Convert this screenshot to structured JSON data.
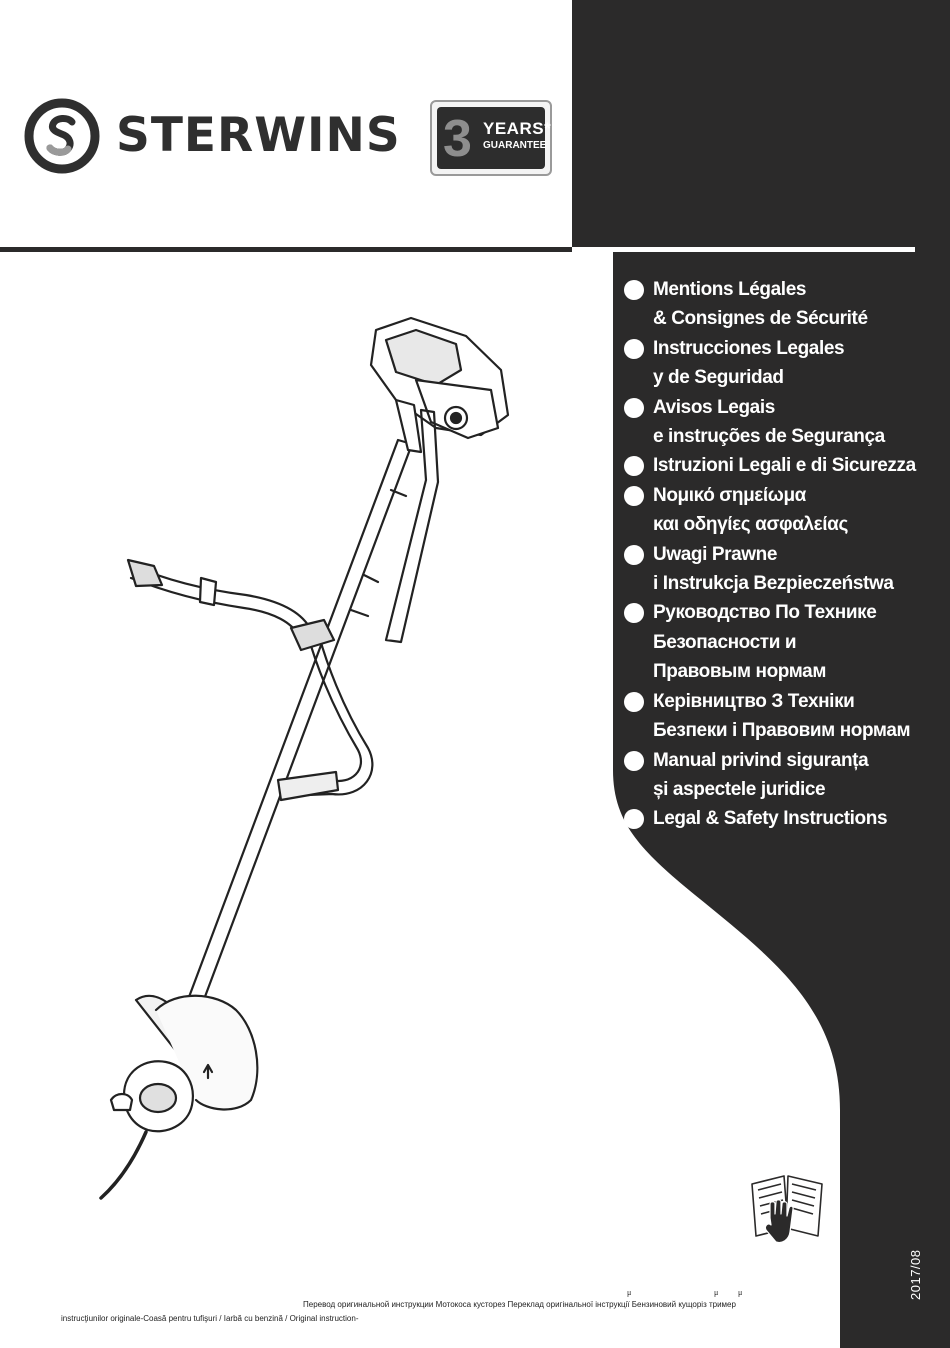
{
  "brand": {
    "name": "STERWINS"
  },
  "guarantee": {
    "number": "3",
    "years_label": "YEARS*",
    "guarantee_label": "GUARANTEE"
  },
  "titles": [
    {
      "lines": [
        "Mentions Légales",
        "& Consignes de Sécurité"
      ]
    },
    {
      "lines": [
        "Instrucciones Legales",
        "y de Seguridad"
      ]
    },
    {
      "lines": [
        "Avisos Legais",
        "e instruções de Segurança"
      ]
    },
    {
      "lines": [
        "Istruzioni Legali e di Sicurezza"
      ]
    },
    {
      "lines": [
        "Νομικό σημείωμα",
        "και οδηγίες ασφαλείας"
      ]
    },
    {
      "lines": [
        "Uwagi Prawne",
        "i Instrukcja Bezpieczeństwa"
      ]
    },
    {
      "lines": [
        "Руководство По Технике",
        "Безопасности и",
        "Правовым нормам"
      ]
    },
    {
      "lines": [
        "Керівництво З Техніки",
        "Безпеки і Правовим нормам"
      ]
    },
    {
      "lines": [
        "Manual privind siguranța",
        "și aspectele juridice"
      ]
    },
    {
      "lines": [
        "Legal & Safety Instructions"
      ]
    }
  ],
  "date": "2017/08",
  "footer": {
    "mu_marks": [
      "μ",
      "μ",
      "μ"
    ],
    "line1": "Перевод оригинальной инструкции  Мотокоса  кусторез    Переклад оригінальної інструкції  Бензиновий кущоріз    тример",
    "line2": "instrucţiunilor originale-Coasă pentru tufişuri / Iarbă cu benzină / Original instruction-"
  },
  "icons": {
    "logo": "sterwins-logo-icon",
    "book": "read-manual-icon",
    "product": "brush-cutter-illustration"
  },
  "colors": {
    "dark_panel": "#2b2a2a",
    "text_dark": "#2f2f2f",
    "white": "#ffffff"
  }
}
